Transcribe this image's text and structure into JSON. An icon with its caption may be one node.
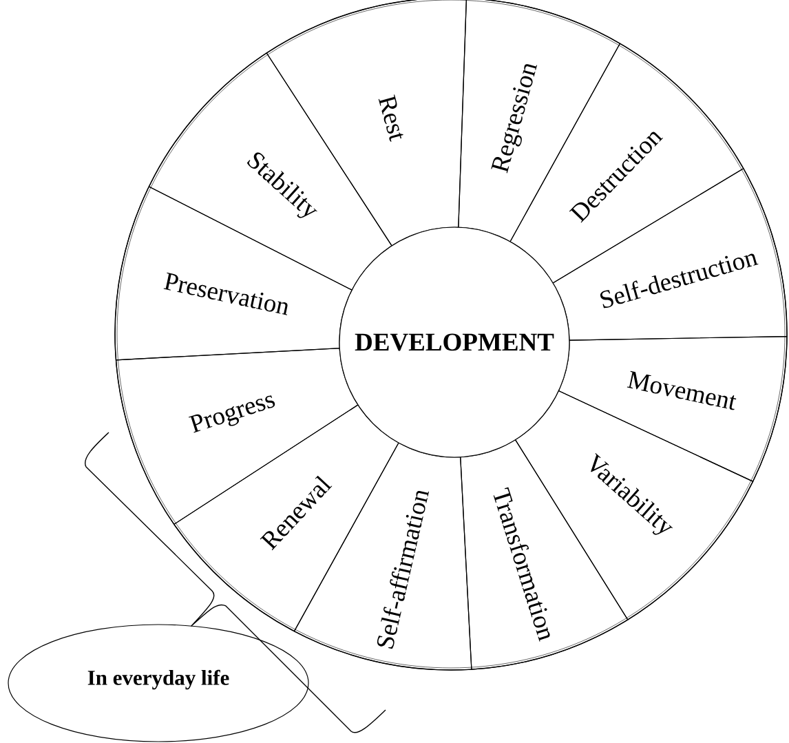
{
  "diagram": {
    "nodes": [
      {
        "text": [
          "DEVELOPMENT"
        ]
      },
      {
        "text": [
          "Rest"
        ]
      },
      {
        "text": [
          "Regression"
        ]
      },
      {
        "text": [
          "Destruction"
        ]
      },
      {
        "text": [
          "Self-destruction"
        ]
      },
      {
        "text": [
          "Movement"
        ]
      },
      {
        "text": [
          "Variability"
        ]
      },
      {
        "text": [
          "Transformation"
        ]
      },
      {
        "text": [
          "Self-affirmation"
        ]
      },
      {
        "text": [
          "Renewal"
        ]
      },
      {
        "text": [
          "Progress"
        ]
      },
      {
        "text": [
          "Preservation"
        ]
      },
      {
        "text": [
          "Stability"
        ]
      },
      {
        "text": [
          "In everyday life"
        ]
      }
    ]
  }
}
